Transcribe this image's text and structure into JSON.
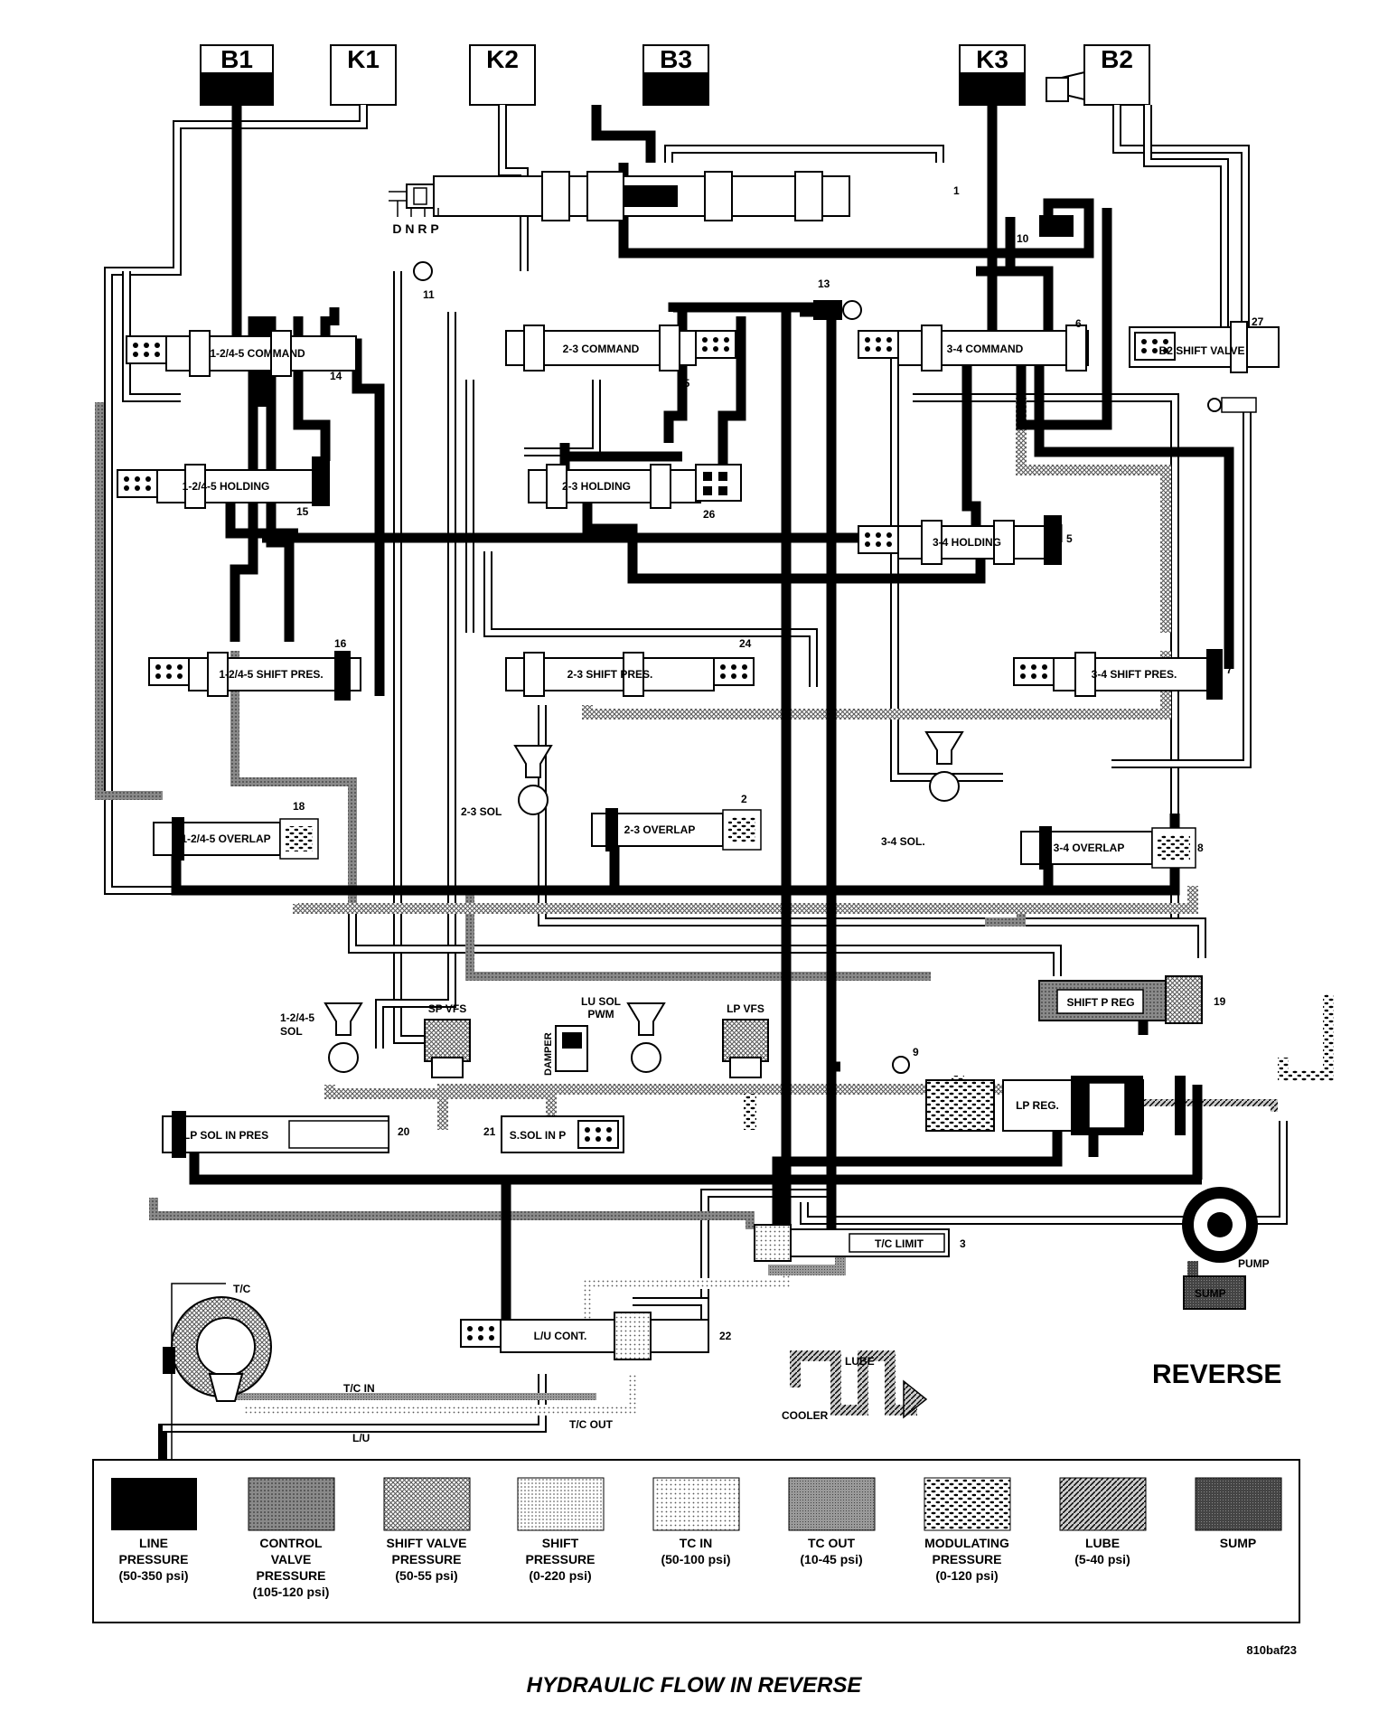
{
  "clutches": [
    {
      "id": "B1",
      "label": "B1",
      "fill": "line"
    },
    {
      "id": "K1",
      "label": "K1",
      "fill": "none"
    },
    {
      "id": "K2",
      "label": "K2",
      "fill": "none"
    },
    {
      "id": "B3",
      "label": "B3",
      "fill": "line"
    },
    {
      "id": "K3",
      "label": "K3",
      "fill": "line"
    },
    {
      "id": "B2",
      "label": "B2",
      "fill": "none"
    }
  ],
  "manual_valve": {
    "positions": "D N R P",
    "number": "1"
  },
  "valves": [
    {
      "id": "cmd-1245",
      "label": "1-2/4-5 COMMAND",
      "number": "14"
    },
    {
      "id": "cmd-23",
      "label": "2-3 COMMAND",
      "number": "25"
    },
    {
      "id": "cmd-34",
      "label": "3-4 COMMAND",
      "number": "6"
    },
    {
      "id": "b2-shift",
      "label": "B2 SHIFT VALVE",
      "number": "27"
    },
    {
      "id": "hold-1245",
      "label": "1-2/4-5 HOLDING",
      "number": "15"
    },
    {
      "id": "hold-23",
      "label": "2-3 HOLDING",
      "number": "26"
    },
    {
      "id": "hold-34",
      "label": "3-4 HOLDING",
      "number": "5"
    },
    {
      "id": "sp-1245",
      "label": "1-2/4-5 SHIFT PRES.",
      "number": "16"
    },
    {
      "id": "sp-23",
      "label": "2-3 SHIFT PRES.",
      "number": "24"
    },
    {
      "id": "sp-34",
      "label": "3-4 SHIFT PRES.",
      "number": "7"
    },
    {
      "id": "ov-1245",
      "label": "1-2/4-5 OVERLAP",
      "number": "18"
    },
    {
      "id": "ov-23",
      "label": "2-3 OVERLAP",
      "number": "2"
    },
    {
      "id": "ov-34",
      "label": "3-4 OVERLAP",
      "number": "8"
    },
    {
      "id": "shift-p-reg",
      "label": "SHIFT P REG",
      "number": "19"
    },
    {
      "id": "lp-reg",
      "label": "LP REG.",
      "number": "4"
    },
    {
      "id": "lp-sol-in",
      "label": "LP SOL IN PRES",
      "number": "20"
    },
    {
      "id": "s-sol-in",
      "label": "S.SOL IN P",
      "number": "21"
    },
    {
      "id": "tc-limit",
      "label": "T/C LIMIT",
      "number": "3"
    },
    {
      "id": "lu-cont",
      "label": "L/U CONT.",
      "number": "22"
    }
  ],
  "check_balls": [
    "10",
    "11",
    "13",
    "9"
  ],
  "solenoids": {
    "sol_23": "2-3 SOL",
    "sol_34": "3-4 SOL.",
    "sol_1245_a": "1-2/4-5",
    "sol_1245_b": "SOL",
    "sp_vfs": "SP VFS",
    "lu_sol_a": "LU SOL",
    "lu_sol_b": "PWM",
    "lp_vfs": "LP VFS",
    "damper": "DAMPER"
  },
  "misc_labels": {
    "tc": "T/C",
    "tc_in": "T/C IN",
    "tc_out": "T/C OUT",
    "lu": "L/U",
    "lube": "LUBE",
    "cooler": "COOLER",
    "pump": "PUMP",
    "sump": "SUMP"
  },
  "mode_label": "REVERSE",
  "legend": [
    {
      "id": "line",
      "lines": [
        "LINE",
        "PRESSURE",
        "(50-350 psi)"
      ]
    },
    {
      "id": "control",
      "lines": [
        "CONTROL",
        "VALVE",
        "PRESSURE",
        "(105-120 psi)"
      ]
    },
    {
      "id": "shiftvalve",
      "lines": [
        "SHIFT VALVE",
        "PRESSURE",
        "(50-55 psi)"
      ]
    },
    {
      "id": "shift",
      "lines": [
        "SHIFT",
        "PRESSURE",
        "(0-220 psi)"
      ]
    },
    {
      "id": "tcin",
      "lines": [
        "TC IN",
        "(50-100 psi)"
      ]
    },
    {
      "id": "tcout",
      "lines": [
        "TC OUT",
        "(10-45 psi)"
      ]
    },
    {
      "id": "modulating",
      "lines": [
        "MODULATING",
        "PRESSURE",
        "(0-120 psi)"
      ]
    },
    {
      "id": "lube",
      "lines": [
        "LUBE",
        "(5-40 psi)"
      ]
    },
    {
      "id": "sump",
      "lines": [
        "SUMP"
      ]
    }
  ],
  "figure_code": "810baf23",
  "caption": "HYDRAULIC FLOW IN REVERSE"
}
